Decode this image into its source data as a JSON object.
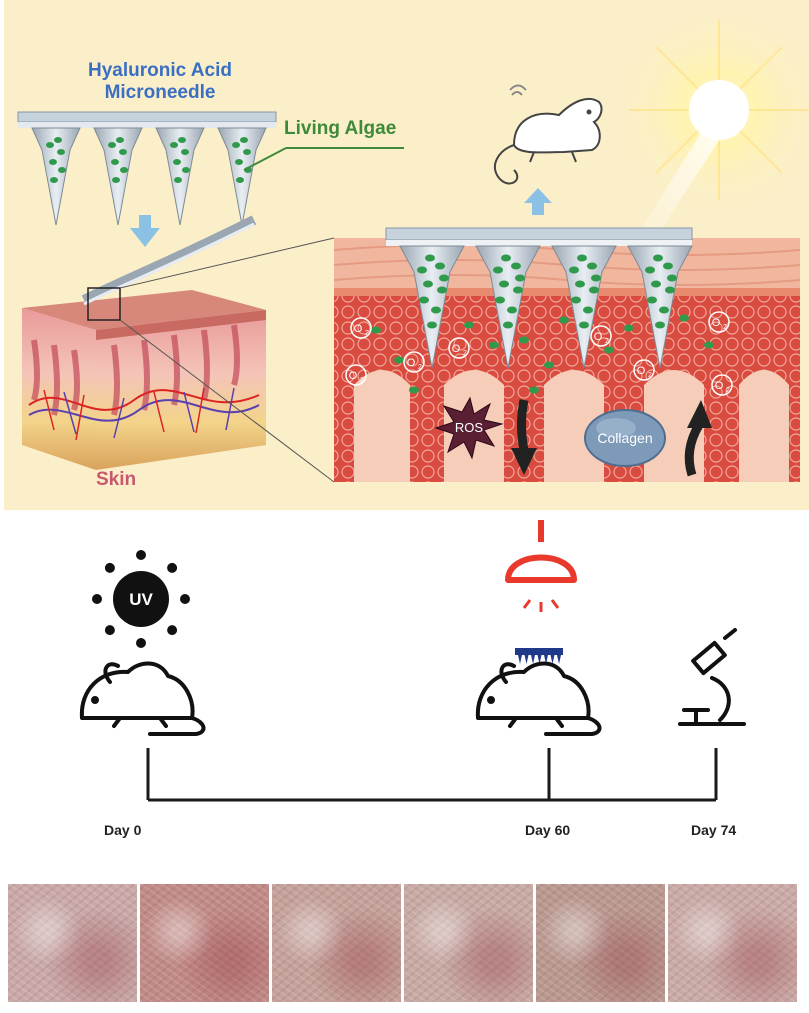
{
  "top_panel": {
    "ha_microneedle_line1": "Hyaluronic Acid",
    "ha_microneedle_line2": "Microneedle",
    "living_algae": "Living Algae",
    "skin": "Skin",
    "ros": "ROS",
    "collagen": "Collagen",
    "o2": "O",
    "o2_sub": "2",
    "colors": {
      "background": "#fbefc9",
      "algae": "#2f9a4c",
      "dermis": "#d9493f",
      "needle": "#b8c2cc",
      "arrow_blue": "#8cc1e6"
    }
  },
  "timeline": {
    "uv_label": "UV",
    "day_0": "Day 0",
    "day_60": "Day 60",
    "day_74": "Day 74",
    "colors": {
      "lamp": "#e8392c",
      "patch": "#1f3a8a",
      "line": "#1a1a1a"
    }
  },
  "photos": {
    "count": 6,
    "colors": [
      "#c9a9a8",
      "#c08a86",
      "#c4a19a",
      "#c7aaa4",
      "#b99890",
      "#c9aaa6"
    ]
  }
}
